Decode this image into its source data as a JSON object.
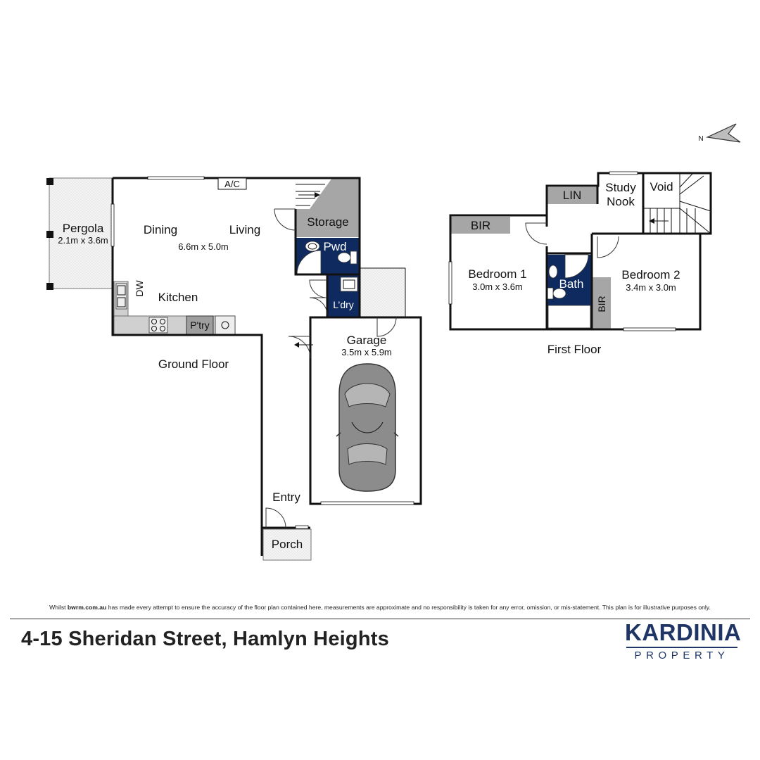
{
  "compass": {
    "letter": "N",
    "icon": "north-arrow-icon"
  },
  "ground_floor": {
    "label": "Ground Floor",
    "rooms": {
      "pergola": {
        "name": "Pergola",
        "dims": "2.1m x 3.6m"
      },
      "dining": {
        "name": "Dining"
      },
      "living": {
        "name": "Living",
        "dims": "6.6m x 5.0m"
      },
      "ac": {
        "name": "A/C"
      },
      "storage": {
        "name": "Storage"
      },
      "pwd": {
        "name": "Pwd"
      },
      "kitchen": {
        "name": "Kitchen"
      },
      "dw": {
        "name": "DW"
      },
      "pantry": {
        "name": "P'try"
      },
      "laundry": {
        "name": "L’dry"
      },
      "garage": {
        "name": "Garage",
        "dims": "3.5m x 5.9m"
      },
      "entry": {
        "name": "Entry"
      },
      "porch": {
        "name": "Porch"
      }
    }
  },
  "first_floor": {
    "label": "First Floor",
    "rooms": {
      "lin": {
        "name": "LIN"
      },
      "study": {
        "line1": "Study",
        "line2": "Nook"
      },
      "void": {
        "name": "Void"
      },
      "bir1": {
        "name": "BIR"
      },
      "bedroom1": {
        "name": "Bedroom 1",
        "dims": "3.0m x 3.6m"
      },
      "bath": {
        "name": "Bath"
      },
      "bir2": {
        "name": "BIR"
      },
      "bedroom2": {
        "name": "Bedroom 2",
        "dims": "3.4m x 3.0m"
      }
    }
  },
  "footer": {
    "disclaimer_prefix": "Whilst",
    "disclaimer_site": "bwrm.com.au",
    "disclaimer_rest": "has made every attempt to ensure the accuracy of the floor plan contained here, measurements are approximate and no responsibility is taken for any error, omission, or mis-statement. This plan is for illustrative purposes only.",
    "address": "4-15 Sheridan Street, Hamlyn Heights",
    "brand": "KARDINIA",
    "brand_sub": "PROPERTY"
  },
  "colors": {
    "wet_area": "#0f2a5e",
    "storage": "#a6a6a6",
    "brand": "#1f3566"
  }
}
